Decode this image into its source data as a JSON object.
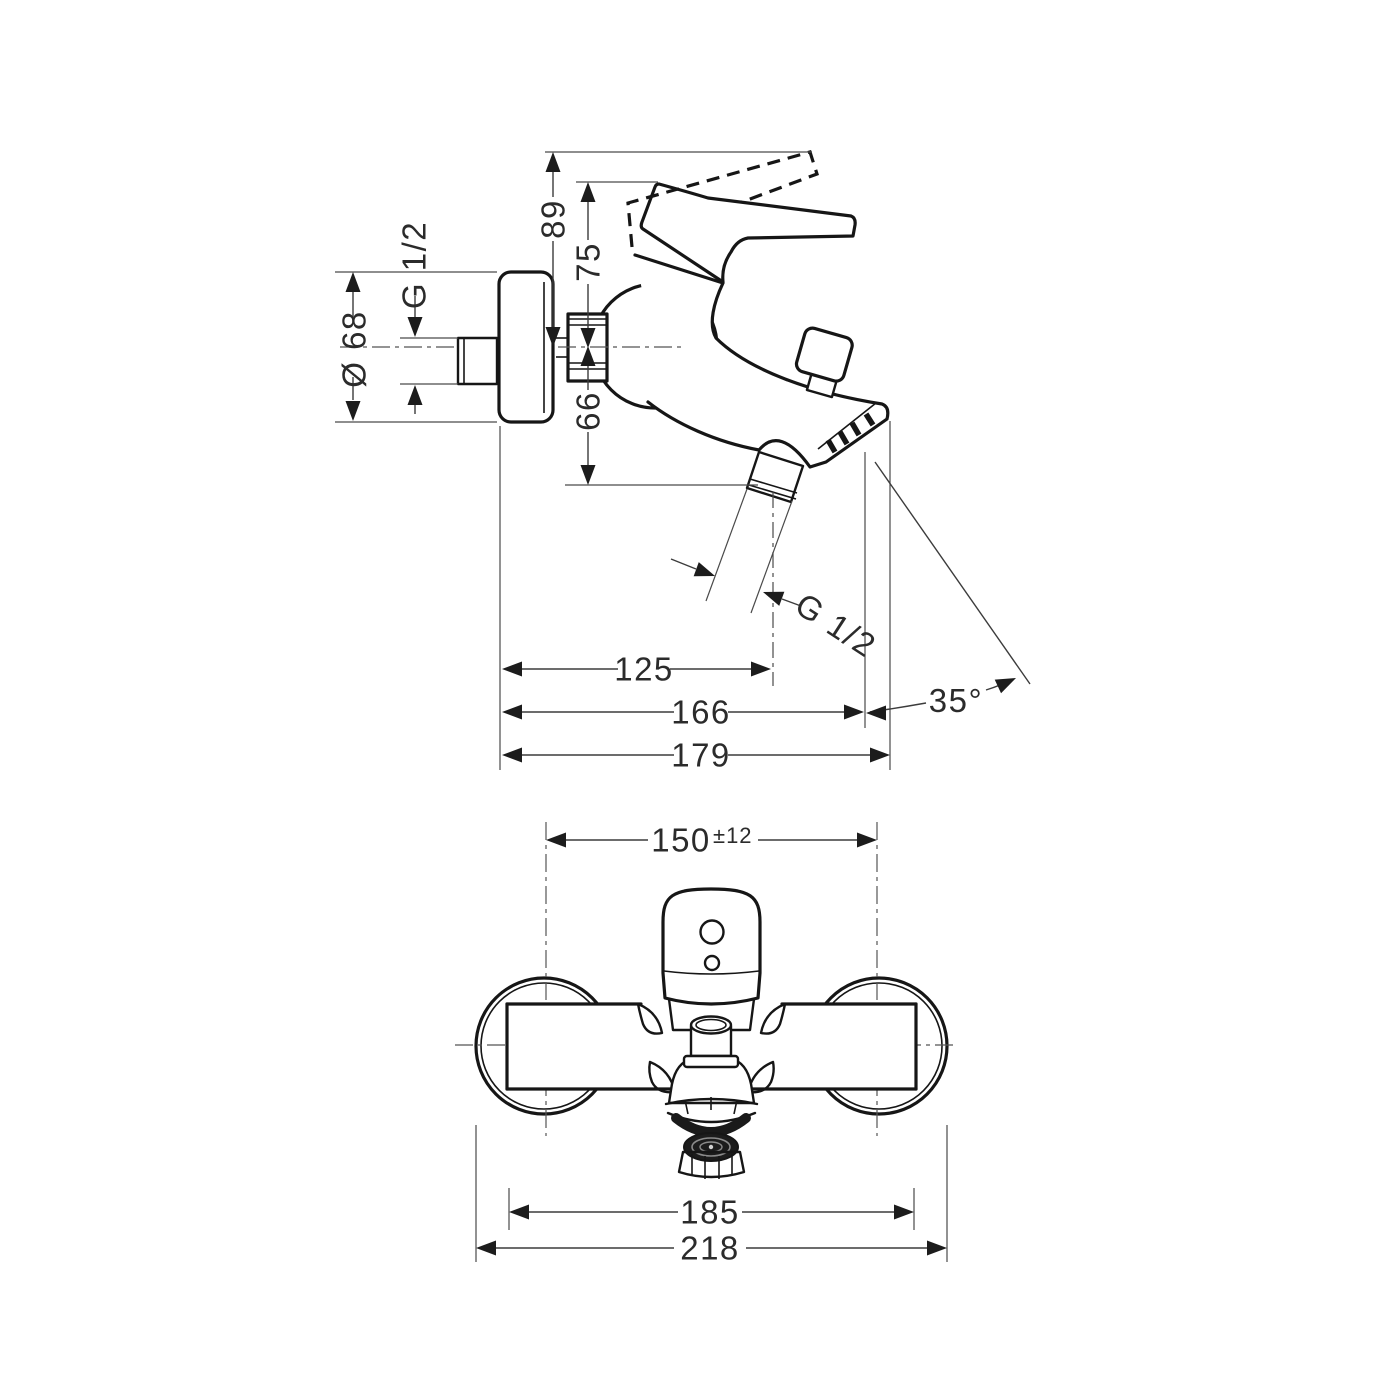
{
  "side_view": {
    "height_overall": "89",
    "height_to_handle": "75",
    "height_below_center": "66",
    "escutcheon_diameter": "Ø 68",
    "wall_connection_thread": "G 1/2",
    "outlet_thread": "G 1/2",
    "projection_to_outlet": "125",
    "projection_to_aerator": "166",
    "projection_overall": "179",
    "spout_angle": "35°"
  },
  "front_view": {
    "center_distance": "150",
    "center_distance_tolerance": "±12",
    "width_body": "185",
    "width_overall": "218"
  },
  "colors": {
    "outline": "#161616",
    "dimension_line": "#3c3c3c",
    "background": "#ffffff"
  }
}
